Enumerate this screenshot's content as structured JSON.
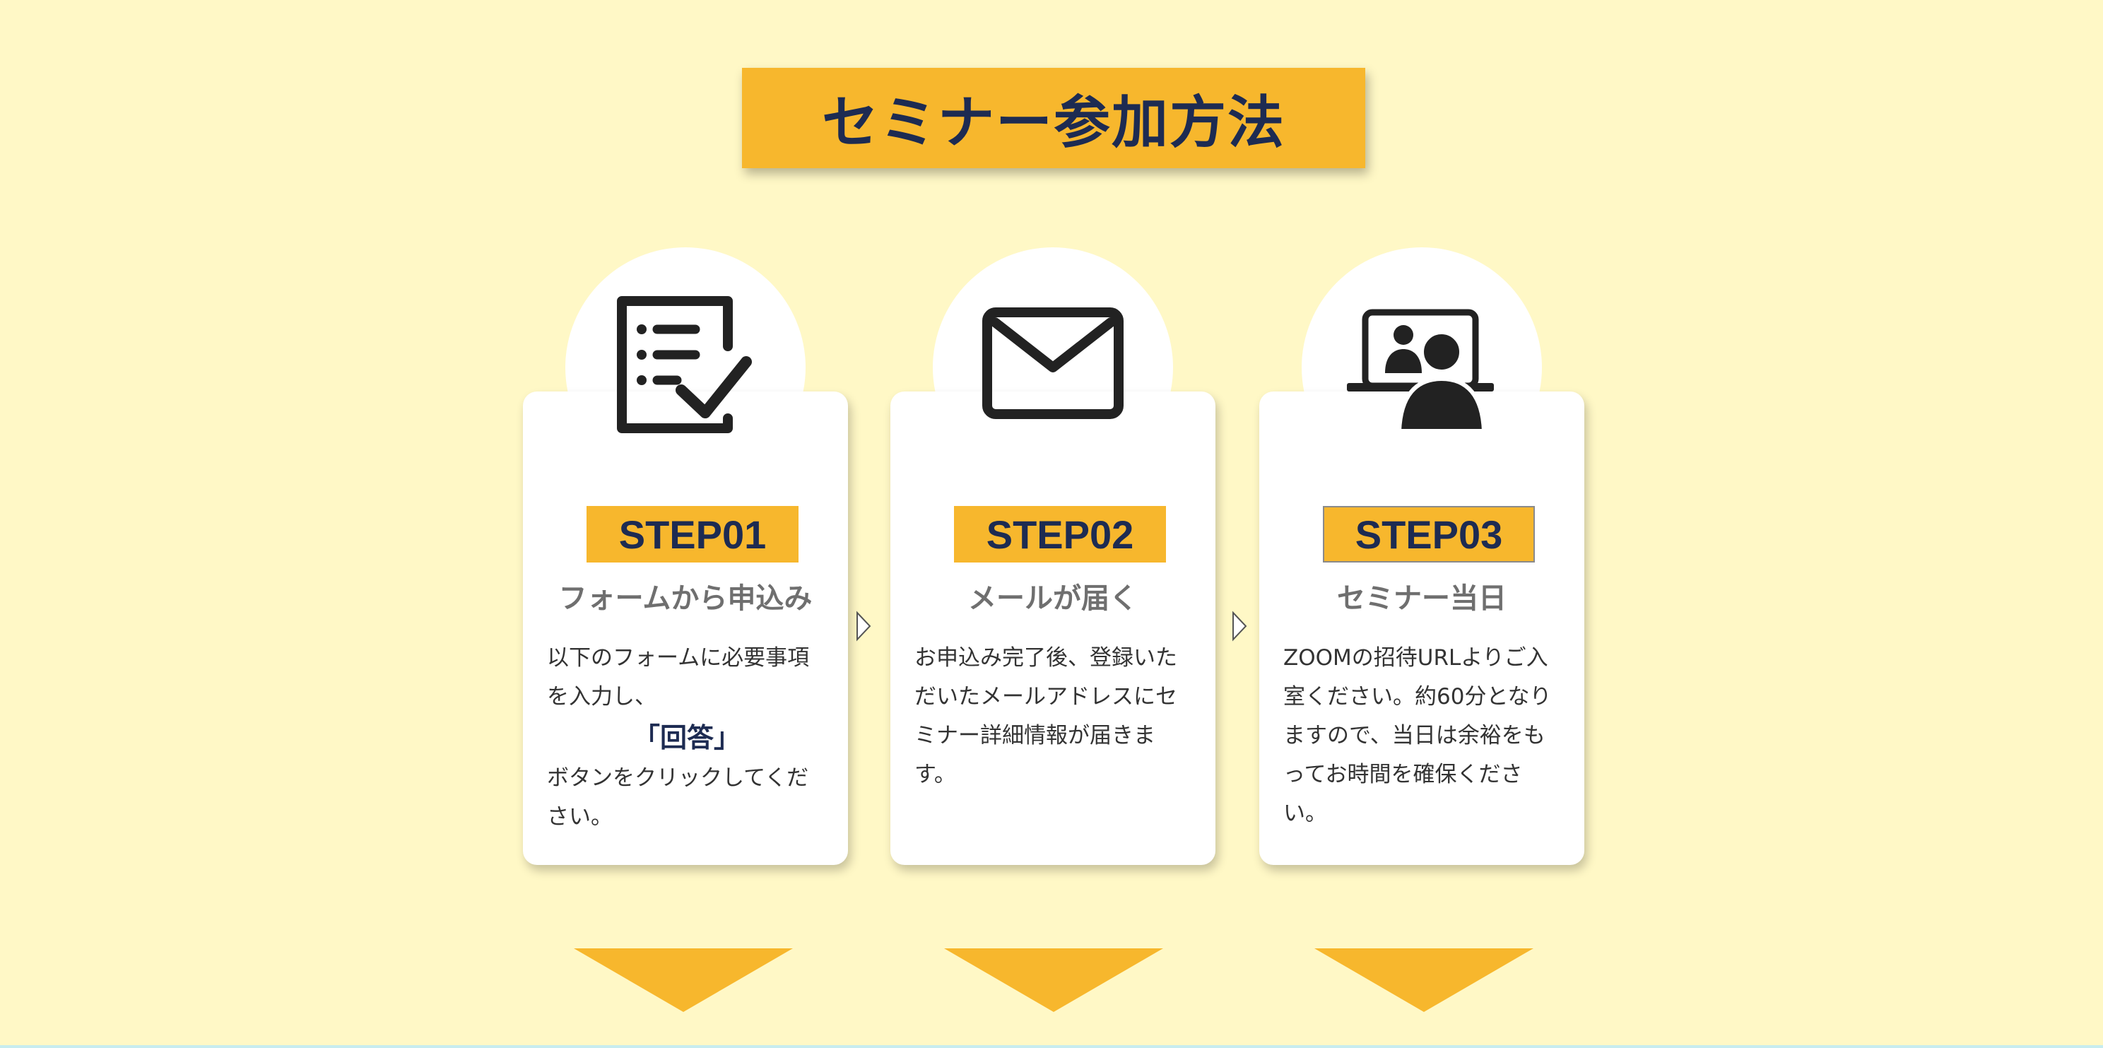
{
  "section": {
    "title": "セミナー参加方法"
  },
  "steps": [
    {
      "label": "STEP01",
      "title": "フォームから申込み",
      "icon": "checklist-icon",
      "body_before": "以下のフォームに必要事項を入力し、",
      "body_emphasis": "「回答」",
      "body_after": "ボタンをクリックしてください。"
    },
    {
      "label": "STEP02",
      "title": "メールが届く",
      "icon": "envelope-icon",
      "body": "お申込み完了後、登録いただいたメールアドレスにセミナー詳細情報が届きます。"
    },
    {
      "label": "STEP03",
      "title": "セミナー当日",
      "icon": "online-meeting-icon",
      "body": "ZOOMの招待URLよりご入室ください。約60分となりますので、当日は余裕をもってお時間を確保ください。"
    }
  ],
  "colors": {
    "background": "#fff8c6",
    "accent": "#f7b72d",
    "navy": "#1d2b52",
    "card": "#ffffff",
    "icon": "#222222"
  }
}
